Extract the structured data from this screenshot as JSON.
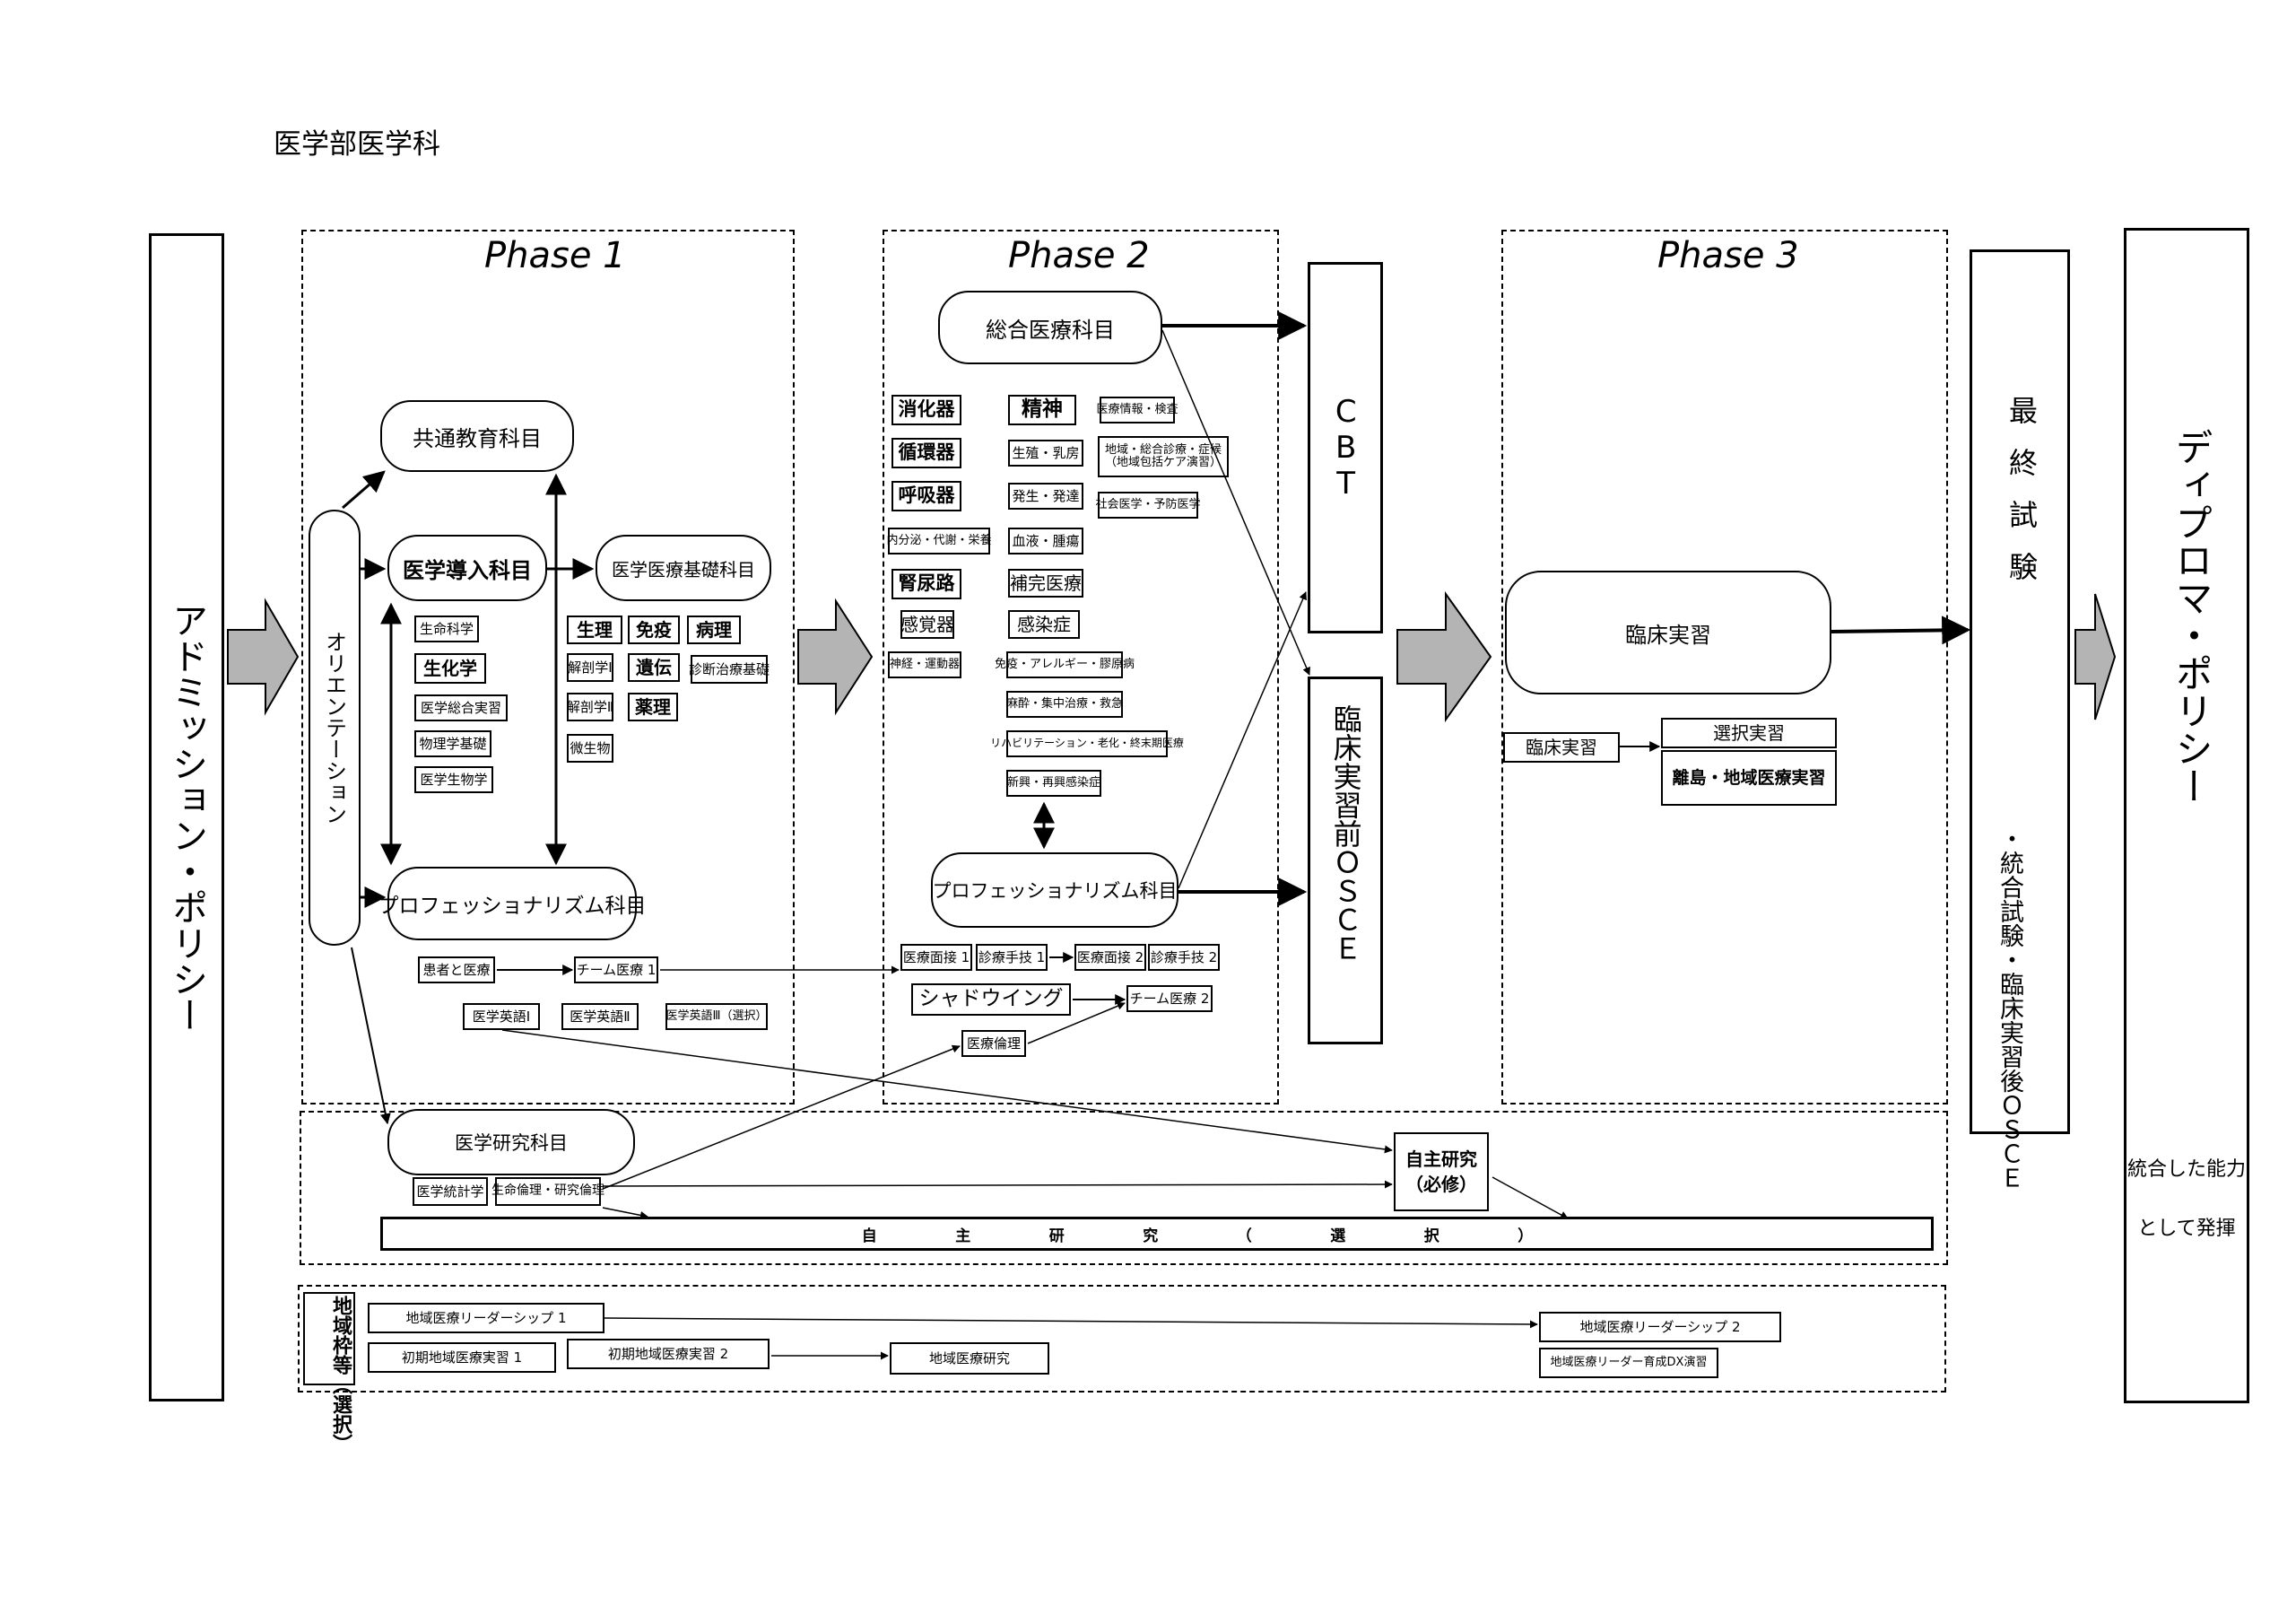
{
  "page_title": "医学部医学科",
  "admission_policy": "アドミッション・ポリシー",
  "diploma_policy": "ディプロマ・ポリシー",
  "diploma_note_1": "統合した能力",
  "diploma_note_2": "として発揮",
  "phases": {
    "p1": "Phase 1",
    "p2": "Phase 2",
    "p3": "Phase 3"
  },
  "phase1": {
    "orientation": "オリエンテーション",
    "common_edu": "共通教育科目",
    "intro": "医学導入科目",
    "basic": "医学医療基礎科目",
    "professionalism": "プロフェッショナリズム科目",
    "intro_items": [
      "生命科学",
      "生化学",
      "医学総合実習",
      "物理学基礎",
      "医学生物学"
    ],
    "basic_items": [
      "生理",
      "免疫",
      "病理",
      "解剖学Ⅰ",
      "遺伝",
      "診断治療基礎",
      "解剖学Ⅱ",
      "薬理",
      "微生物"
    ],
    "patient_medicine": "患者と医療",
    "team_1": "チーム医療 1",
    "english_1": "医学英語Ⅰ",
    "english_2": "医学英語Ⅱ",
    "english_3": "医学英語Ⅲ（選択）"
  },
  "phase2": {
    "general": "総合医療科目",
    "organs": [
      "消化器",
      "精神",
      "医療情報・検査",
      "循環器",
      "生殖・乳房",
      "地域・総合診療・症候",
      "（地域包括ケア演習）",
      "呼吸器",
      "発生・発達",
      "内分泌・代謝・栄養",
      "血液・腫瘍",
      "社会医学・予防医学",
      "腎尿路",
      "補完医療",
      "感覚器",
      "感染症",
      "神経・運動器",
      "免疫・アレルギー・膠原病",
      "麻酔・集中治療・救急",
      "リハビリテーション・老化・終末期医療",
      "新興・再興感染症"
    ],
    "professionalism": "プロフェッショナリズム科目",
    "interview_1": "医療面接 1",
    "skill_1": "診療手技 1",
    "interview_2": "医療面接 2",
    "skill_2": "診療手技 2",
    "shadowing": "シャドウイング",
    "team_2": "チーム医療 2",
    "ethics": "医療倫理"
  },
  "cbt": "CBT",
  "pre_osce": "臨床実習前ＯＳＣＥ",
  "phase3": {
    "clinical": "臨床実習",
    "clinical_small": "臨床実習",
    "elective": "選択実習",
    "remote": "離島・地域医療実習"
  },
  "final_exam": {
    "title": "最終試験",
    "items": "・統合試験・臨床実習後ＯＳＣＥ"
  },
  "research": {
    "course": "医学研究科目",
    "stats": "医学統計学",
    "bioethics": "生命倫理・研究倫理",
    "independent_required": "自主研究",
    "required_note": "（必修）",
    "independent_elective": [
      "自",
      "主",
      "研",
      "究",
      "（",
      "選",
      "択",
      "）"
    ]
  },
  "regional": {
    "label": "地域枠等（選択）",
    "leader_1": "地域医療リーダーシップ 1",
    "leader_2": "地域医療リーダーシップ 2",
    "early_1": "初期地域医療実習 1",
    "early_2": "初期地域医療実習 2",
    "research": "地域医療研究",
    "dx": "地域医療リーダー育成DX演習"
  }
}
